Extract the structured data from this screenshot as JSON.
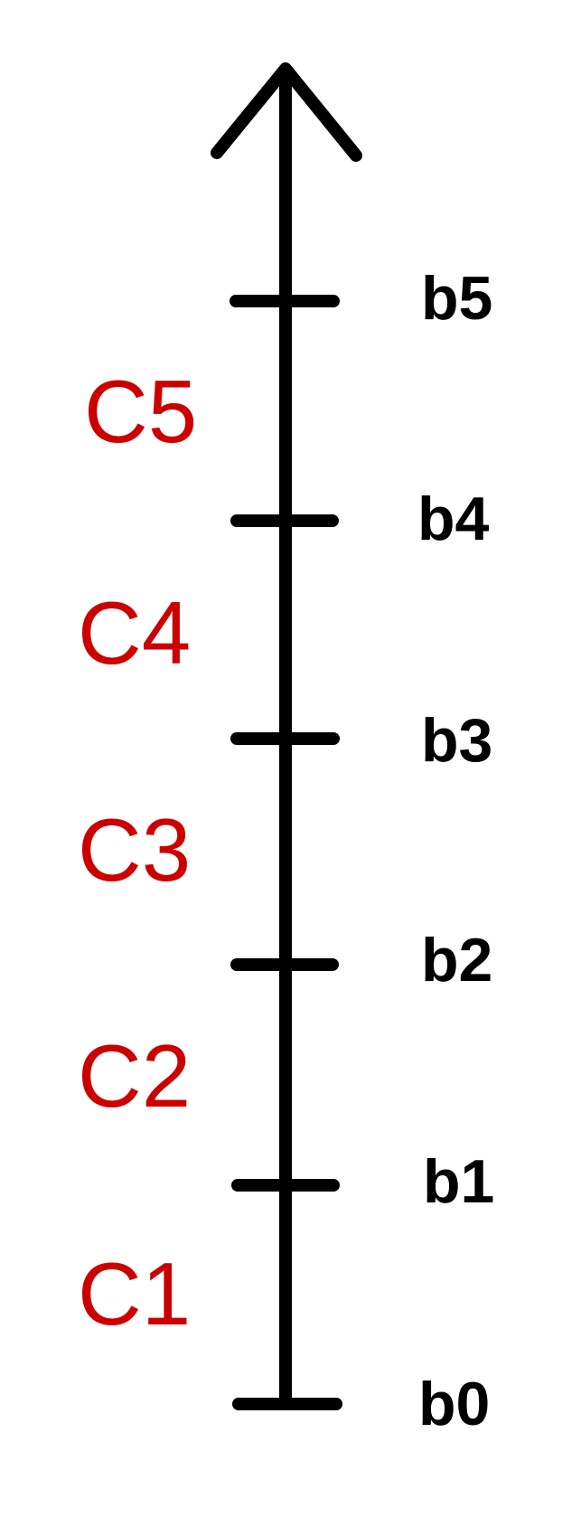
{
  "colors": {
    "axis": "#000000",
    "boundary_text": "#000000",
    "class_text": "#cc0000",
    "background": "#ffffff"
  },
  "boundaries": [
    "b0",
    "b1",
    "b2",
    "b3",
    "b4",
    "b5"
  ],
  "classes": [
    "C1",
    "C2",
    "C3",
    "C4",
    "C5"
  ]
}
